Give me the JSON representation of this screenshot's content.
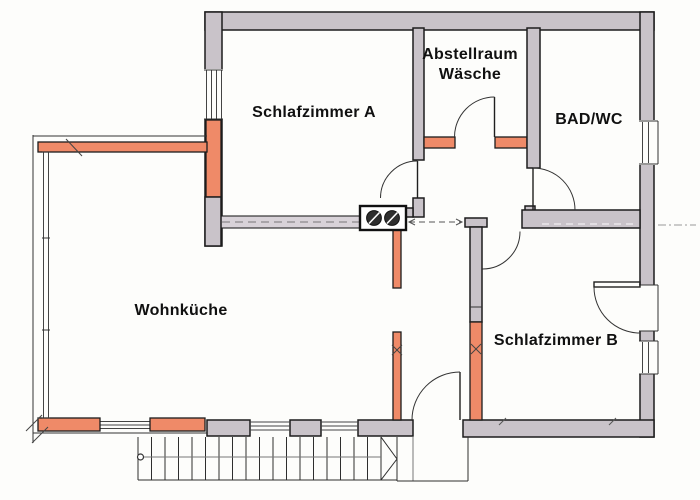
{
  "document": {
    "type": "floor-plan"
  },
  "rooms": [
    {
      "id": "schlafzimmer-a",
      "label": "Schlafzimmer A"
    },
    {
      "id": "abstellraum-waesche",
      "label_lines": [
        "Abstellraum",
        "Wäsche"
      ]
    },
    {
      "id": "bad-wc",
      "label": "BAD/WC"
    },
    {
      "id": "wohnkueche",
      "label": "Wohnküche"
    },
    {
      "id": "schlafzimmer-b",
      "label": "Schlafzimmer B"
    }
  ],
  "colors": {
    "paper": "#fdfdfb",
    "wall_fill": "#c9c3c9",
    "wall_outline": "#1d1d1d",
    "new_wall_fill": "#ef8a68",
    "thin_wall_fill": "#d8d2d8"
  }
}
